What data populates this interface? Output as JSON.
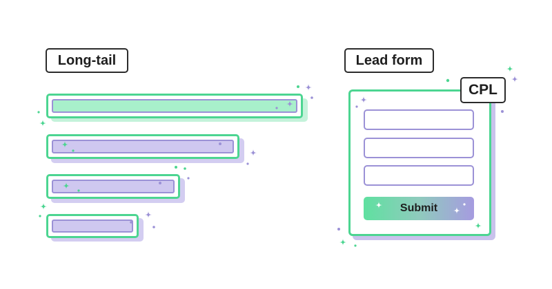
{
  "labels": {
    "long_tail": "Long-tail",
    "lead_form": "Lead form",
    "cpl": "CPL"
  },
  "form": {
    "submit_label": "Submit",
    "field_count": 3
  },
  "colors": {
    "green": "#4cd591",
    "purple": "#9b91d6",
    "green_fill": "#a8f0cb",
    "purple_fill": "#cfc8f0"
  }
}
